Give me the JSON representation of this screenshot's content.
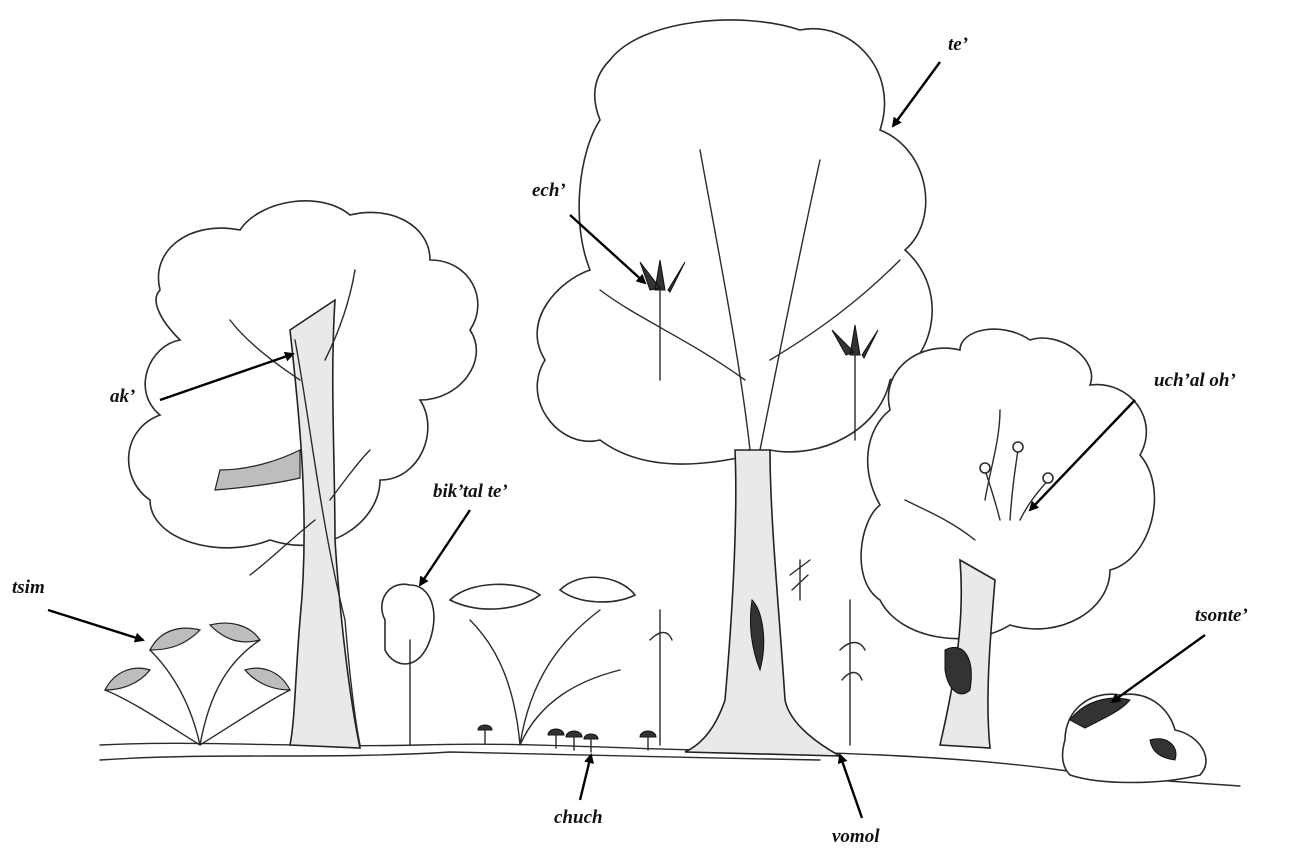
{
  "labels": {
    "te": "te’",
    "ech": "ech’",
    "ak": "ak’",
    "bik_tal_te": "bik’tal te’",
    "uch_al_oh": "uch’al oh’",
    "tsim": "tsim",
    "tsonte": "tsonte’",
    "chuch": "chuch",
    "vomol": "vomol"
  }
}
